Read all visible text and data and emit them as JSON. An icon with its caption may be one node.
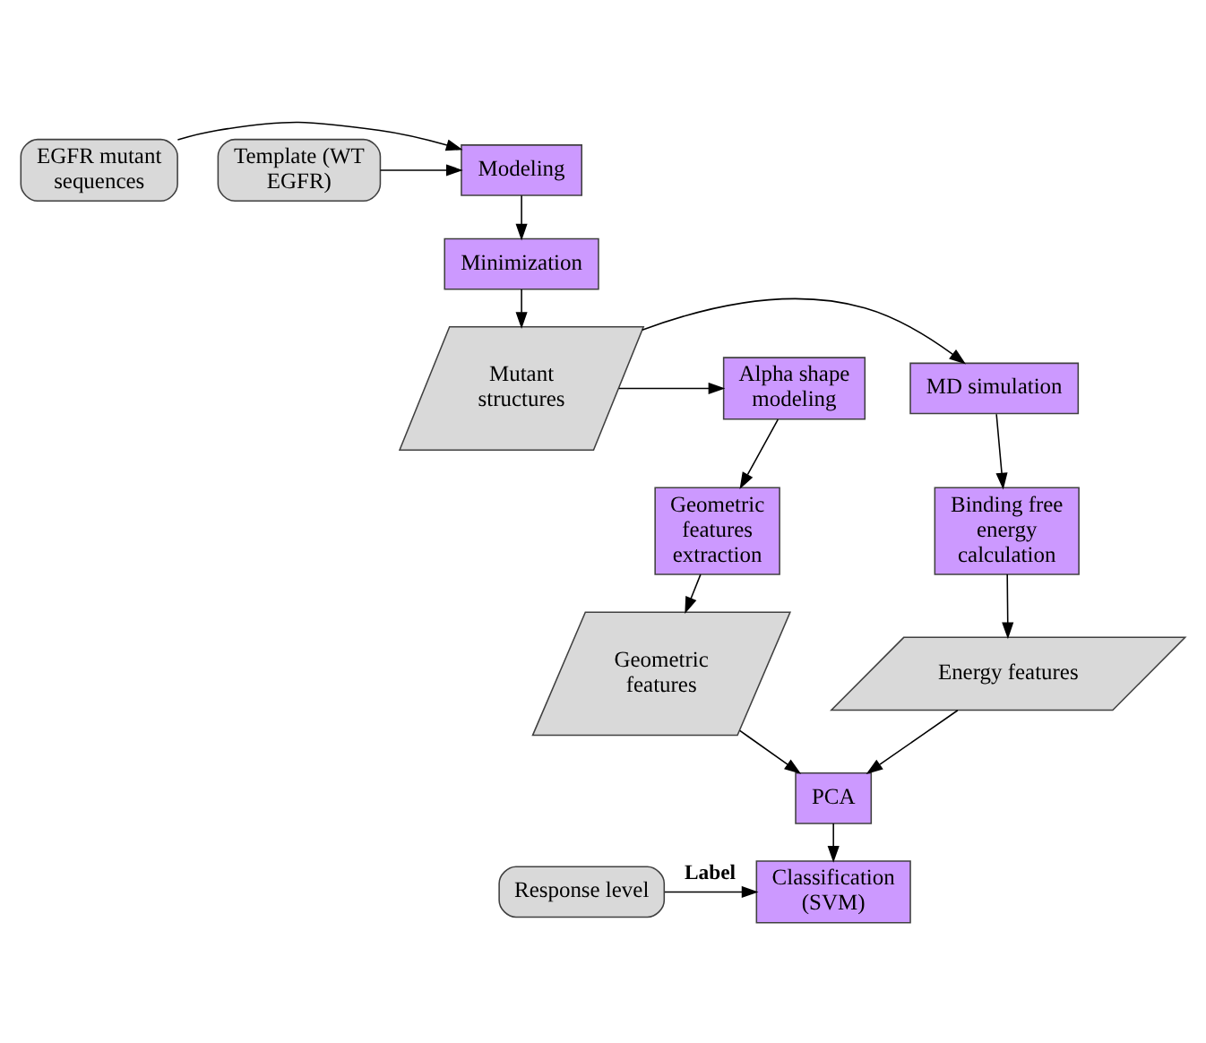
{
  "diagram": {
    "nodes": [
      {
        "text": [
          "EGFR mutant sequences"
        ]
      },
      {
        "text": [
          "Modeling"
        ]
      },
      {
        "text": [
          "Template (WT EGFR)"
        ]
      },
      {
        "text": [
          "Minimization"
        ]
      },
      {
        "text": [
          "MD simulation"
        ]
      },
      {
        "text": [
          "Mutant structures"
        ]
      },
      {
        "text": [
          "Alpha shape modeling"
        ]
      },
      {
        "text": [
          "Binding free energy calculation"
        ]
      },
      {
        "text": [
          "Geometric features extraction"
        ]
      },
      {
        "text": [
          "Energy features"
        ]
      },
      {
        "text": [
          "Geometric features"
        ]
      },
      {
        "text": [
          "PCA"
        ]
      },
      {
        "text": [
          "Classification (SVM)"
        ]
      },
      {
        "text": [
          "Response level"
        ]
      }
    ],
    "edges": [
      {
        "from": 0,
        "to": 1,
        "arrow": "to"
      },
      {
        "from": 2,
        "to": 1,
        "arrow": "to"
      },
      {
        "from": 1,
        "to": 3,
        "arrow": "to"
      },
      {
        "from": 3,
        "to": 5,
        "arrow": "to"
      },
      {
        "from": 5,
        "to": 4,
        "arrow": "to"
      },
      {
        "from": 5,
        "to": 6,
        "arrow": "to"
      },
      {
        "from": 4,
        "to": 7,
        "arrow": "to"
      },
      {
        "from": 6,
        "to": 8,
        "arrow": "to"
      },
      {
        "from": 7,
        "to": 9,
        "arrow": "to"
      },
      {
        "from": 8,
        "to": 10,
        "arrow": "to"
      },
      {
        "from": 9,
        "to": 11,
        "arrow": "to"
      },
      {
        "from": 10,
        "to": 11,
        "arrow": "to"
      },
      {
        "from": 11,
        "to": 12,
        "arrow": "to"
      },
      {
        "from": 13,
        "to": 12,
        "arrow": "to",
        "label": "Label"
      }
    ]
  }
}
